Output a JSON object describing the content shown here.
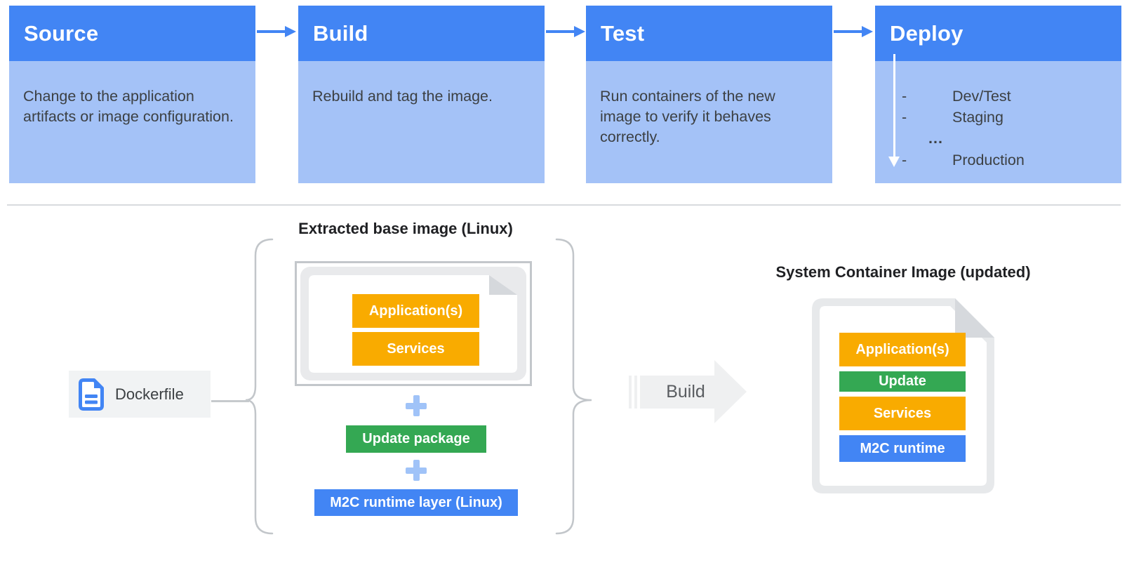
{
  "palette": {
    "header_blue": "#4285F4",
    "body_light_blue": "#A4C2F7",
    "amber": "#F9AB00",
    "green": "#34A853",
    "blue": "#4285F4",
    "text_dark": "#3C4043",
    "plus_light_blue": "#A0C3F8",
    "document_gray": "#E9EAEC"
  },
  "pipeline": {
    "stages": [
      {
        "title": "Source",
        "description": "Change to the application artifacts or image configuration."
      },
      {
        "title": "Build",
        "description": "Rebuild and tag the image."
      },
      {
        "title": "Test",
        "description": "Run containers of the new image to verify it behaves correctly."
      },
      {
        "title": "Deploy",
        "items": [
          {
            "bullet": "-",
            "label": "Dev/Test"
          },
          {
            "bullet": "-",
            "label": "Staging"
          },
          {
            "bullet": "",
            "label": "..."
          },
          {
            "bullet": "-",
            "label": "Production"
          }
        ]
      }
    ]
  },
  "build_diagram": {
    "extracted_title": "Extracted base image (Linux)",
    "base_image_layers": [
      {
        "label": "Application(s)",
        "color": "#F9AB00"
      },
      {
        "label": "Services",
        "color": "#F9AB00"
      }
    ],
    "plus_symbol": "+",
    "update_package": {
      "label": "Update package",
      "color": "#34A853"
    },
    "runtime_layer": {
      "label": "M2C runtime layer (Linux)",
      "color": "#4285F4"
    },
    "dockerfile_label": "Dockerfile",
    "build_arrow_label": "Build",
    "result_title": "System Container Image (updated)",
    "result_layers": [
      {
        "label": "Application(s)",
        "color": "#F9AB00"
      },
      {
        "label": "Update",
        "color": "#34A853"
      },
      {
        "label": "Services",
        "color": "#F9AB00"
      },
      {
        "label": "M2C runtime",
        "color": "#4285F4"
      }
    ]
  }
}
